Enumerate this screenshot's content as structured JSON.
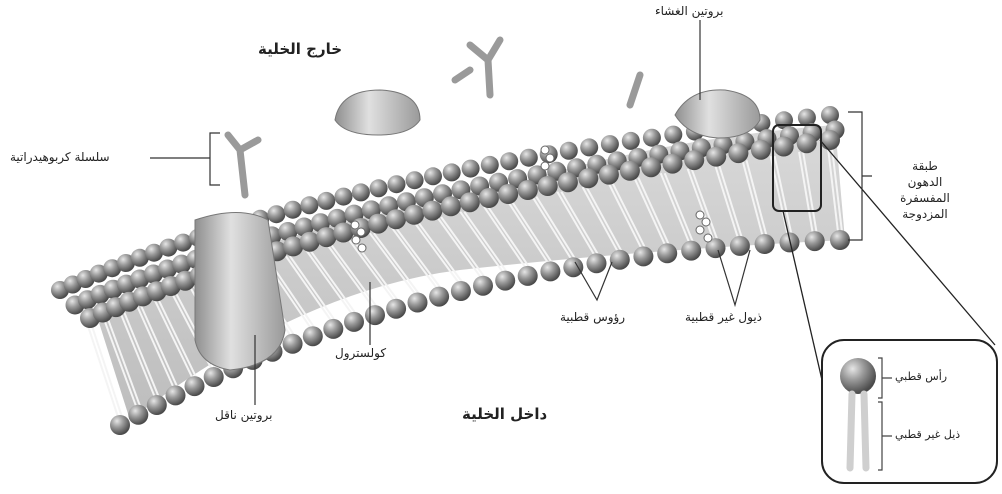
{
  "labels": {
    "outside_cell": "خارج الخلية",
    "inside_cell": "داخل الخلية",
    "carbohydrate_chain": "سلسلة كربوهيدراتية",
    "membrane_protein": "بروتين الغشاء",
    "lipid_bilayer_line1": "طبقة",
    "lipid_bilayer_line2": "الدهون",
    "lipid_bilayer_line3": "المفسفرة",
    "lipid_bilayer_line4": "المزدوجة",
    "cholesterol": "كولسترول",
    "polar_heads": "رؤوس قطبية",
    "nonpolar_tails": "ذيول غير قطبية",
    "transport_protein": "بروتين ناقل",
    "inset_polar_head": "رأس قطبي",
    "inset_nonpolar_tail": "ذيل غير قطبي"
  },
  "colors": {
    "head_fill": "#8c8c8c",
    "tail": "#cfcfcf",
    "protein": "#b8b8b8",
    "line": "#333333"
  }
}
